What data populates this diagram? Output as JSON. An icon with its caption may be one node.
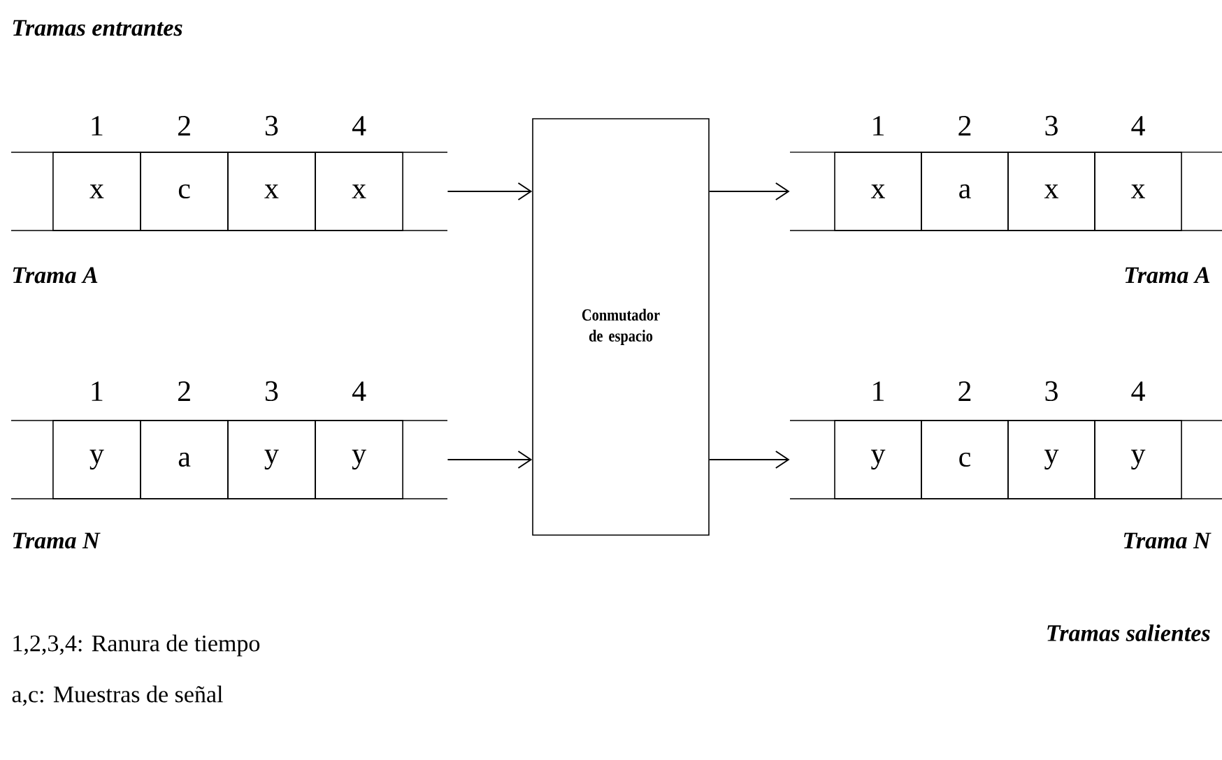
{
  "diagram": {
    "nodes": [
      {
        "text": [],
        "shape": "bar",
        "beside": [
          "Trama A"
        ]
      },
      {
        "text": [
          "x"
        ],
        "in": 0
      },
      {
        "text": [
          "c"
        ],
        "in": 0
      },
      {
        "text": [
          "x"
        ],
        "in": 0
      },
      {
        "text": [
          "x"
        ],
        "in": 0
      },
      {
        "text": [],
        "shape": "bar",
        "beside": [
          "Trama N"
        ]
      },
      {
        "text": [
          "y"
        ],
        "in": 5
      },
      {
        "text": [
          "a"
        ],
        "in": 5
      },
      {
        "text": [
          "y"
        ],
        "in": 5
      },
      {
        "text": [
          "y"
        ],
        "in": 5
      },
      {
        "text": [
          "Conmutador de espacio"
        ]
      },
      {
        "text": [],
        "shape": "bar",
        "beside": [
          "Trama A"
        ]
      },
      {
        "text": [
          "x"
        ],
        "in": 11
      },
      {
        "text": [
          "a"
        ],
        "in": 11
      },
      {
        "text": [
          "x"
        ],
        "in": 11
      },
      {
        "text": [
          "x"
        ],
        "in": 11
      },
      {
        "text": [],
        "shape": "bar",
        "beside": [
          "Trama N"
        ]
      },
      {
        "text": [
          "y"
        ],
        "in": 16
      },
      {
        "text": [
          "c"
        ],
        "in": 16
      },
      {
        "text": [
          "y"
        ],
        "in": 16
      },
      {
        "text": [
          "y"
        ],
        "in": 16
      }
    ],
    "edges": [
      {
        "from": 0,
        "to": 10,
        "arrow": "to"
      },
      {
        "from": 5,
        "to": 10,
        "arrow": "to"
      },
      {
        "from": 10,
        "to": 11,
        "arrow": "to"
      },
      {
        "from": 10,
        "to": 16,
        "arrow": "to"
      }
    ],
    "labels": [
      "Tramas entrantes",
      "1",
      "2",
      "3",
      "4",
      "1",
      "2",
      "3",
      "4",
      "1",
      "2",
      "3",
      "4",
      "1",
      "2",
      "3",
      "4",
      "Tramas salientes",
      "1,2,3,4: Ranura de tiempo",
      "a,c:  Muestras de señal"
    ]
  }
}
